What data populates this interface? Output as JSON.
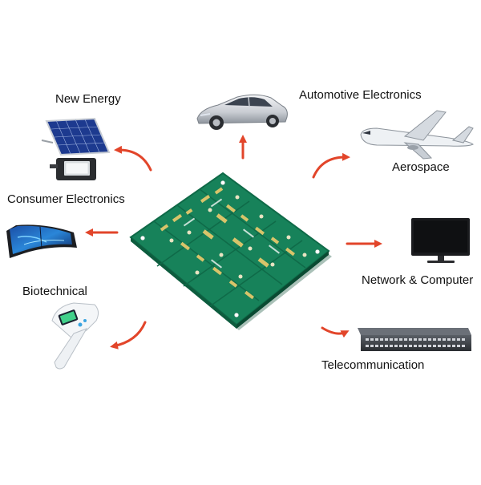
{
  "center": {
    "name": "pcb-board"
  },
  "applications": [
    {
      "id": "new-energy",
      "label": "New Energy",
      "icon": "solar-panel-icon"
    },
    {
      "id": "automotive",
      "label": "Automotive Electronics",
      "icon": "car-icon"
    },
    {
      "id": "aerospace",
      "label": "Aerospace",
      "icon": "airplane-icon"
    },
    {
      "id": "consumer",
      "label": "Consumer Electronics",
      "icon": "foldable-phone-icon"
    },
    {
      "id": "network",
      "label": "Network & Computer",
      "icon": "monitor-icon"
    },
    {
      "id": "biotech",
      "label": "Biotechnical",
      "icon": "thermometer-gun-icon"
    },
    {
      "id": "telecom",
      "label": "Telecommunication",
      "icon": "network-switch-icon"
    }
  ],
  "colors": {
    "arrow": "#e2452a",
    "pcb_green": "#17825a",
    "pcb_dark": "#0f6a48",
    "pad_gold": "#d8c46a",
    "text": "#111111"
  }
}
